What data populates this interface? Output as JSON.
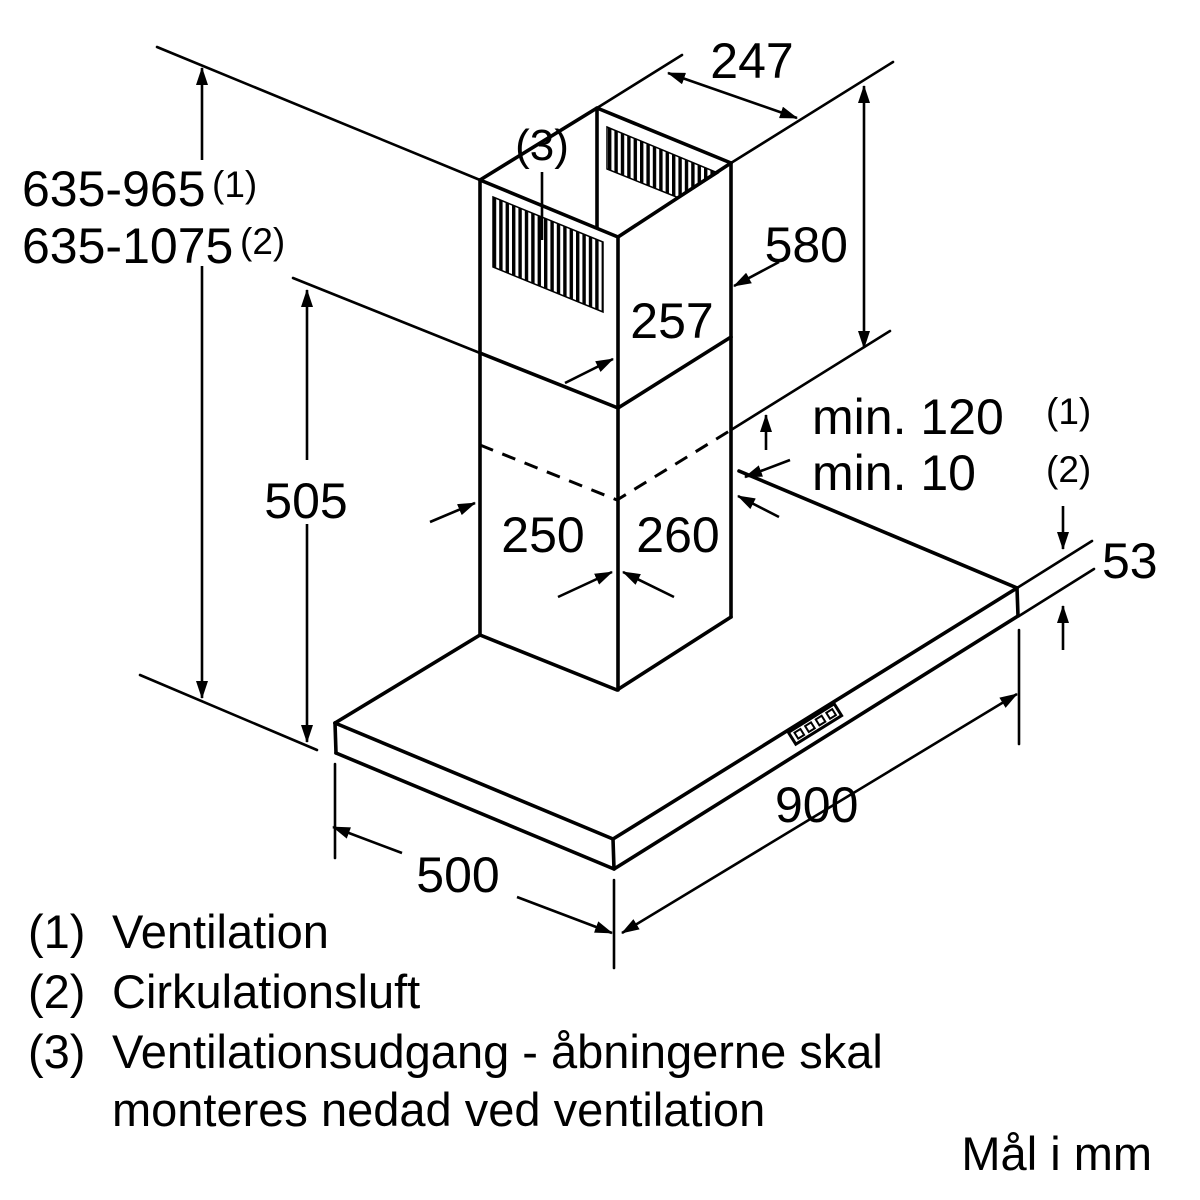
{
  "dims": {
    "height_vent": "635-965",
    "height_vent_sup": "(1)",
    "height_recirc": "635-1075",
    "height_recirc_sup": "(2)",
    "top_depth": "247",
    "chimney_height": "580",
    "upper_duct_width": "257",
    "lower_height": "505",
    "duct_left": "250",
    "duct_right": "260",
    "min_vent": "min. 120",
    "min_vent_sup": "(1)",
    "min_recirc": "min. 10",
    "min_recirc_sup": "(2)",
    "canopy_thickness": "53",
    "width": "900",
    "depth": "500",
    "callout": "(3)"
  },
  "legend": {
    "item1_num": "(1)",
    "item1": "Ventilation",
    "item2_num": "(2)",
    "item2": "Cirkulationsluft",
    "item3_num": "(3)",
    "item3_line1": "Ventilationsudgang - åbningerne skal",
    "item3_line2": "monteres nedad ved ventilation"
  },
  "footer": {
    "units": "Mål i mm"
  }
}
